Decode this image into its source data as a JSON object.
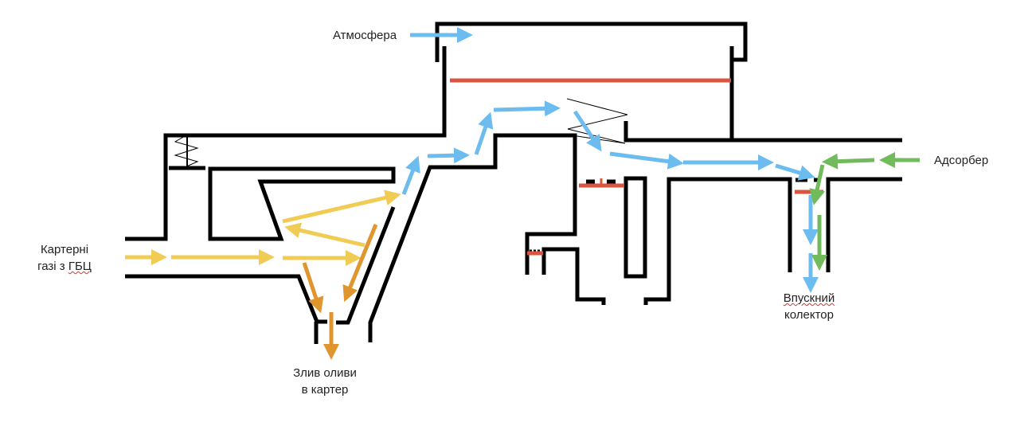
{
  "labels": {
    "atmosphere": "Атмосфера",
    "crankcase_gases_line1": "Картерні",
    "crankcase_gases_line2a": "газі з ",
    "crankcase_gases_line2b": "ГБЦ",
    "oil_drain_line1": "Злив оливи",
    "oil_drain_line2": "в картер",
    "intake_line1": "Впускний",
    "intake_line2": "колектор",
    "adsorber": "Адсорбер"
  },
  "colors": {
    "air_flow": "#6cbcef",
    "crankcase_gas_flow": "#f0cc55",
    "oil_flow": "#e0962f",
    "adsorber_flow": "#72bb5c",
    "diaphragm": "#d9553f",
    "walls": "#000000"
  }
}
